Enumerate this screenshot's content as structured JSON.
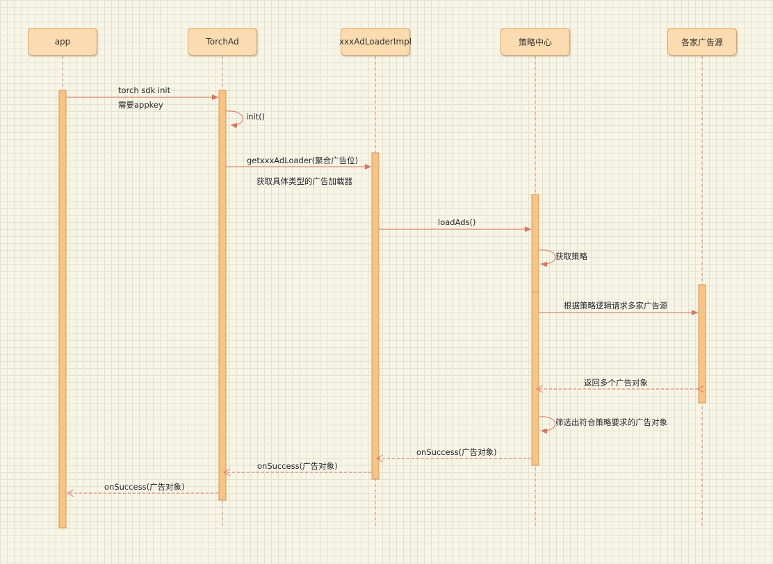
{
  "participants": [
    {
      "id": "app",
      "label": "app"
    },
    {
      "id": "torchad",
      "label": "TorchAd"
    },
    {
      "id": "loader",
      "label": "xxxAdLoaderImpl"
    },
    {
      "id": "strategy",
      "label": "策略中心"
    },
    {
      "id": "sources",
      "label": "各家广告源"
    }
  ],
  "messages": {
    "init_sdk": "torch sdk init",
    "init_sdk_note": "需要appkey",
    "self_init": "init()",
    "get_loader": "getxxxAdLoader(聚合广告位)",
    "get_loader_note": "获取具体类型的广告加载器",
    "load_ads": "loadAds()",
    "get_strategy": "获取策略",
    "request_sources": "根据策略逻辑请求多家广告源",
    "return_ads": "返回多个广告对象",
    "filter_ads": "筛选出符合策略要求的广告对象",
    "on_success_loader": "onSuccess(广告对象)",
    "on_success_torchad": "onSuccess(广告对象)",
    "on_success_app": "onSuccess(广告对象)"
  },
  "colors": {
    "box_fill": "#fbdcb0",
    "box_border": "#e7a165",
    "lifeline": "#e76e5a",
    "activation_fill": "#f6c584",
    "activation_border": "#d99552",
    "arrow": "#e76e5a"
  }
}
